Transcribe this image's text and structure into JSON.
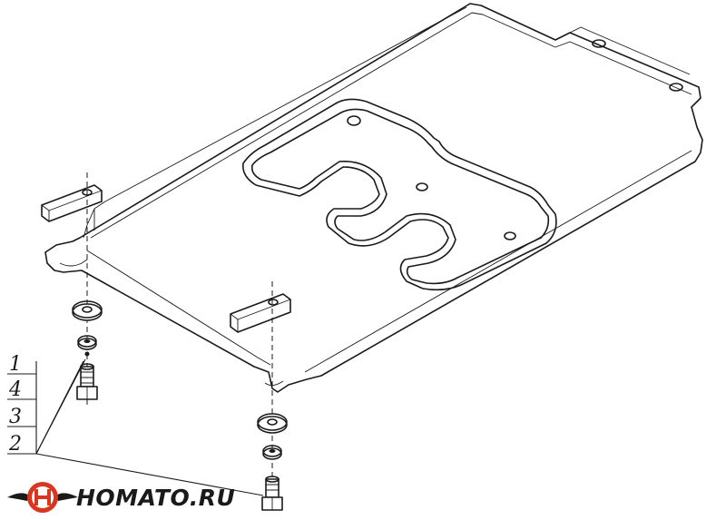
{
  "logo": {
    "text": "HOMATO.RU",
    "icon": "homato-h-winged-logo-icon",
    "color_primary": "#d9361f",
    "color_dark": "#1a1a1a"
  },
  "callouts": {
    "labels": [
      "1",
      "4",
      "3",
      "2"
    ]
  },
  "parts": {
    "plate": "skid-plate-icon",
    "brackets": [
      "bracket-left-icon",
      "bracket-right-icon"
    ],
    "fasteners_left": [
      "washer-icon",
      "spring-washer-icon",
      "bolt-icon"
    ],
    "fasteners_right": [
      "washer-icon",
      "spring-washer-icon",
      "bolt-icon"
    ]
  }
}
